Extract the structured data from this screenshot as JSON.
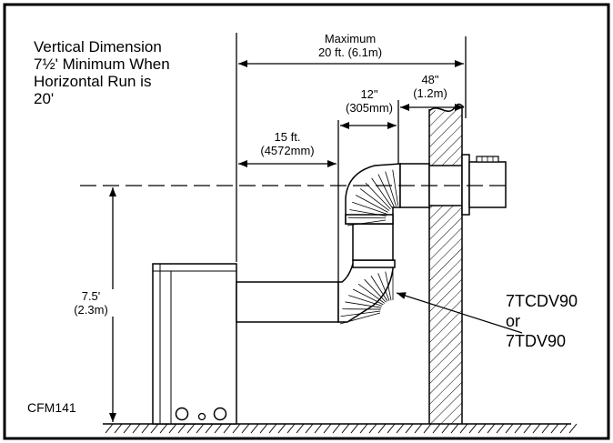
{
  "note": {
    "line1": "Vertical Dimension",
    "line2": "7½' Minimum When",
    "line3": "Horizontal Run is",
    "line4": "20'"
  },
  "dimensions": {
    "maximum": {
      "label": "Maximum",
      "value": "20 ft. (6.1m)"
    },
    "d48": {
      "inches": "48\"",
      "metric": "(1.2m)"
    },
    "d12": {
      "inches": "12\"",
      "metric": "(305mm)"
    },
    "d15": {
      "feet": "15 ft.",
      "metric": "(4572mm)"
    },
    "vertical": {
      "feet": "7.5'",
      "metric": "(2.3m)"
    }
  },
  "parts": {
    "line1": "7TCDV90",
    "line2": "or",
    "line3": "7TDV90"
  },
  "model": "CFM141"
}
